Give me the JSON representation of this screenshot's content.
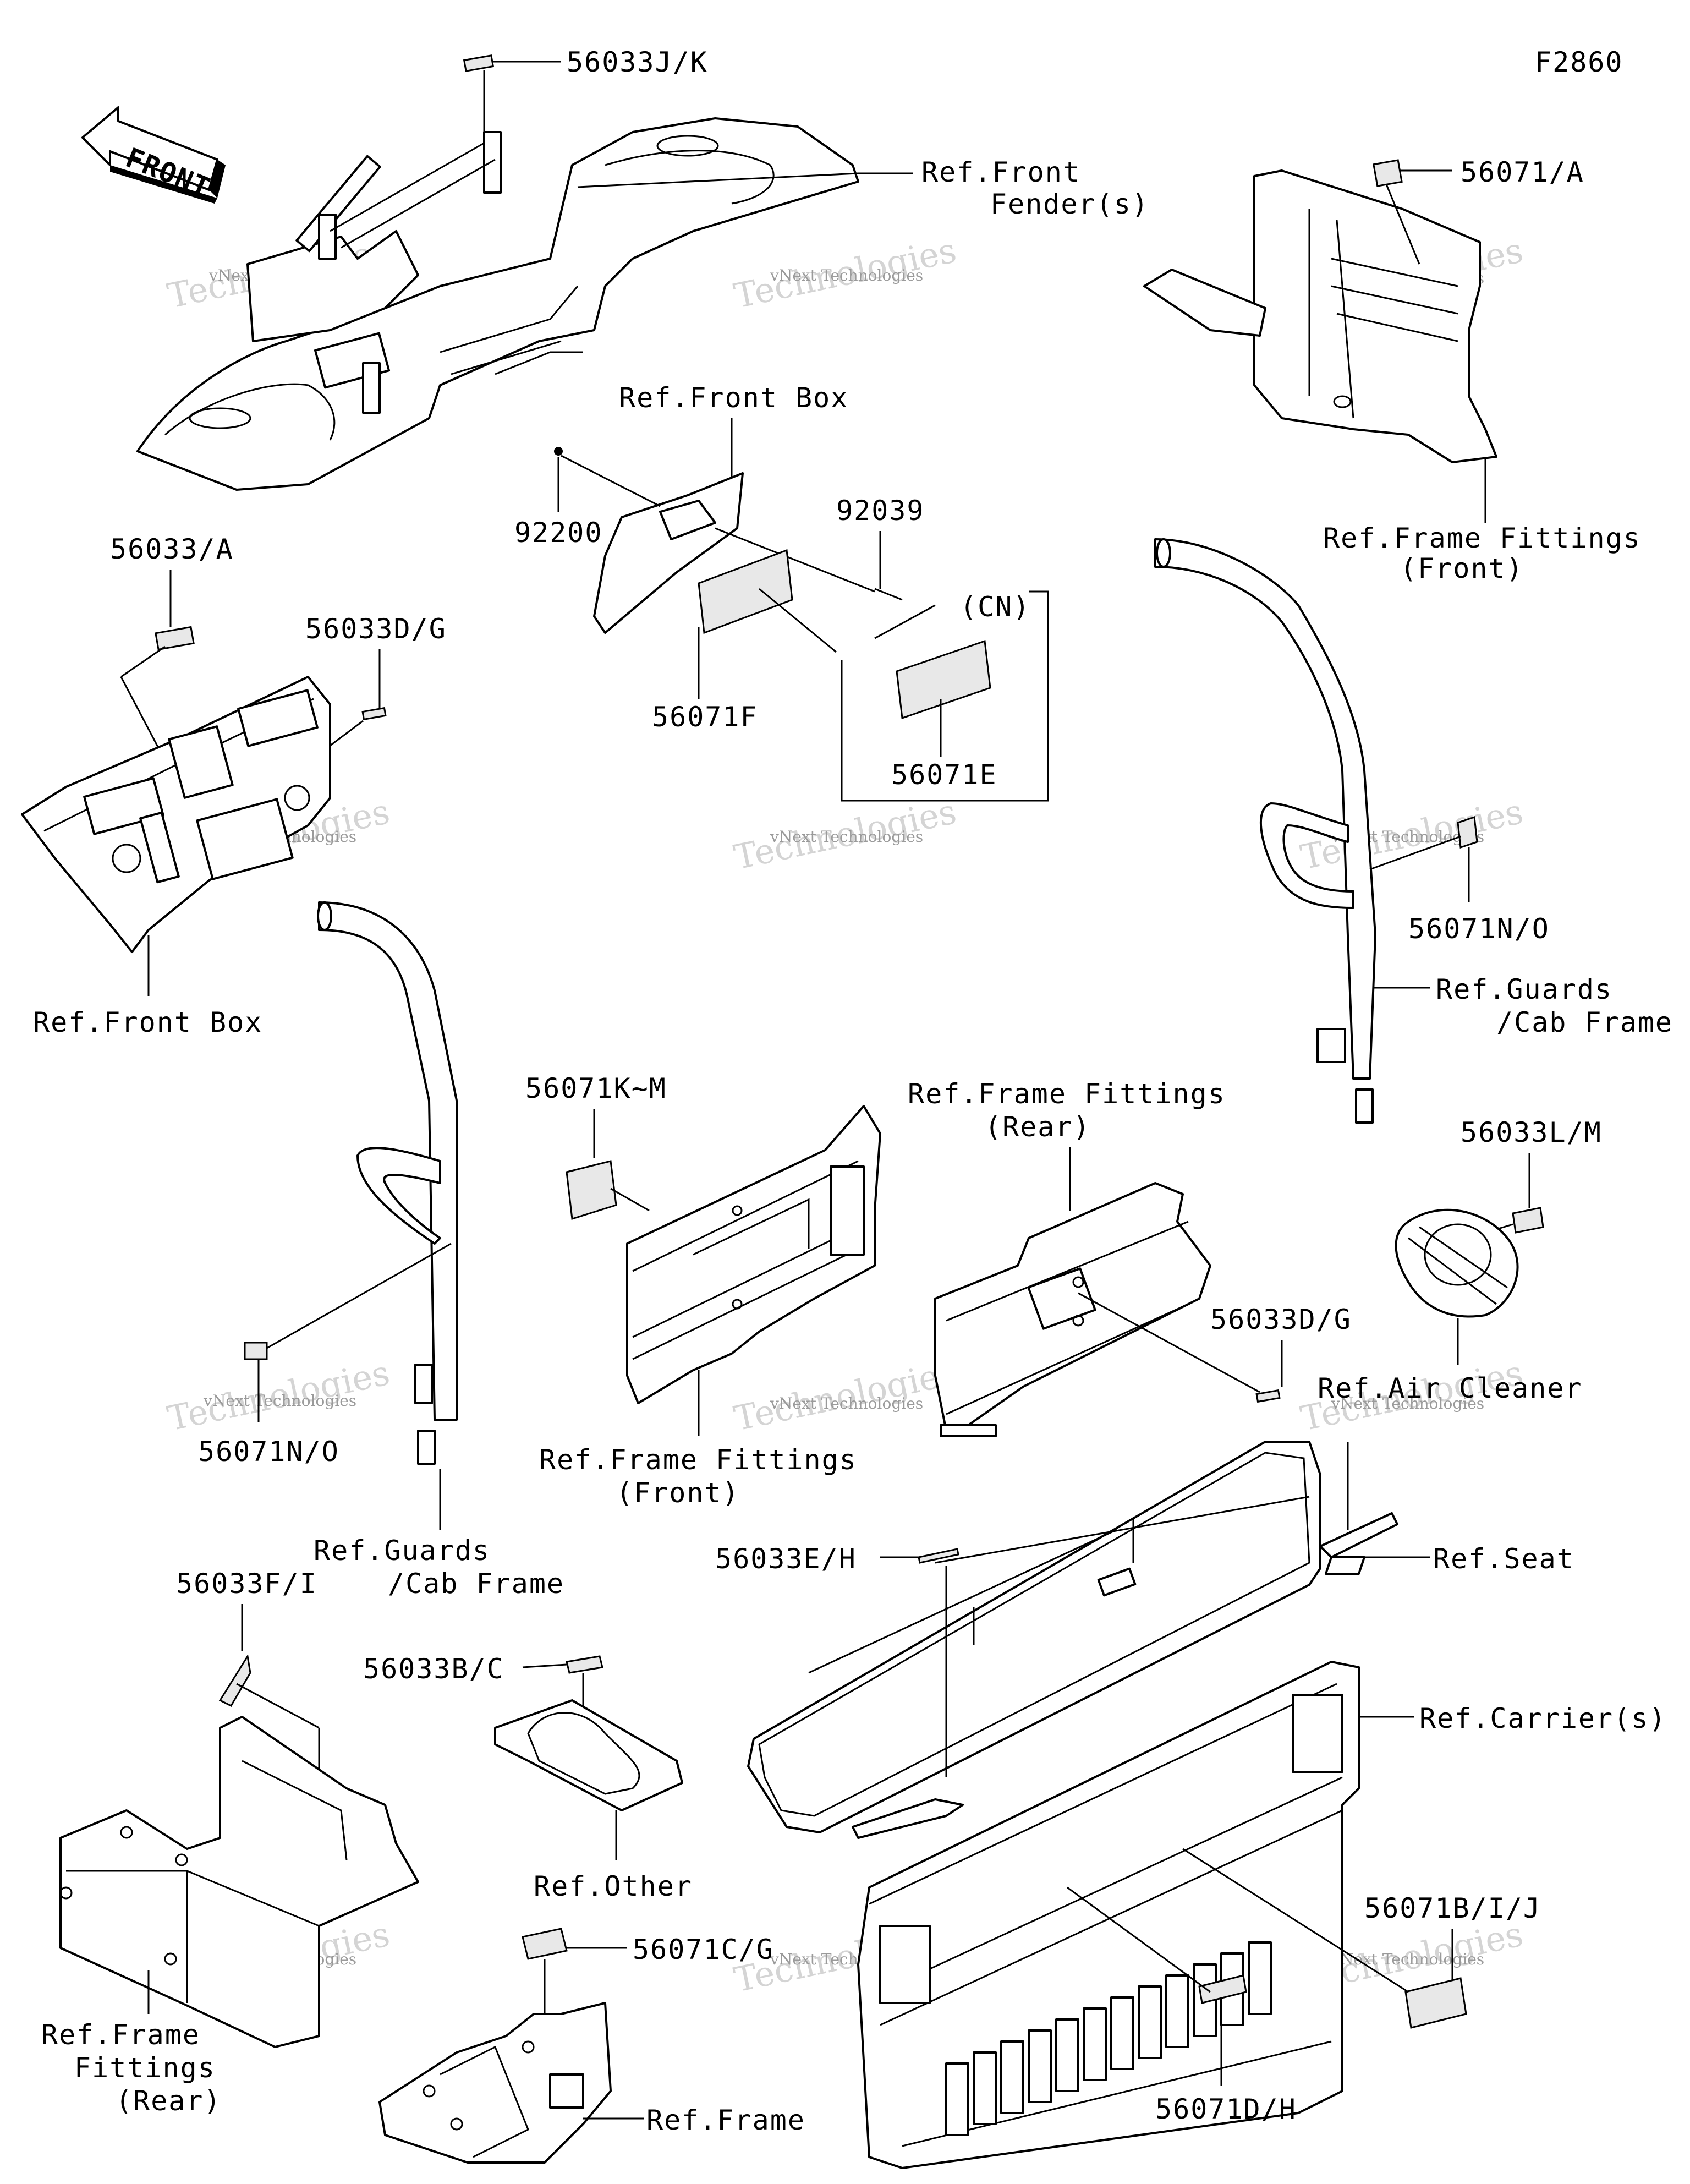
{
  "diagram_id": "F2860",
  "front_arrow_label": "FRONT",
  "watermark": {
    "small": "vNext Technologies",
    "big": "Technologies"
  },
  "callouts": {
    "p56033JK": "56033J/K",
    "refFrontFender": [
      "Ref.Front",
      "Fender(s)"
    ],
    "p56071A": "56071/A",
    "refFrontBoxTop": "Ref.Front Box",
    "p92200": "92200",
    "p92039": "92039",
    "cn": "(CN)",
    "p56071F": "56071F",
    "p56071E": "56071E",
    "refFrameFittingsFrontTop": [
      "Ref.Frame Fittings",
      "(Front)"
    ],
    "p56033A": "56033/A",
    "p56033DG_top": "56033D/G",
    "refFrontBoxLeft": "Ref.Front Box",
    "p56071NO_right": "56071N/O",
    "refGuardsRight": [
      "Ref.Guards",
      "/Cab Frame"
    ],
    "p56071KM": "56071K~M",
    "refFrameFittingsRearMid": [
      "Ref.Frame Fittings",
      "(Rear)"
    ],
    "p56033LM": "56033L/M",
    "p56033DG_mid": "56033D/G",
    "refAirCleaner": "Ref.Air Cleaner",
    "p56071NO_left": "56071N/O",
    "refFrameFittingsFrontMid": [
      "Ref.Frame Fittings",
      "(Front)"
    ],
    "refGuardsLeft": [
      "Ref.Guards",
      "/Cab Frame"
    ],
    "p56033EH": "56033E/H",
    "refSeat": "Ref.Seat",
    "p56033FI": "56033F/I",
    "p56033BC": "56033B/C",
    "refCarrier": "Ref.Carrier(s)",
    "refOther": "Ref.Other",
    "p56071BIJ": "56071B/I/J",
    "p56071CG": "56071C/G",
    "refFrameFittingsRearLeft": [
      "Ref.Frame",
      "Fittings",
      "(Rear)"
    ],
    "refFrame": "Ref.Frame",
    "p56071DH": "56071D/H"
  }
}
